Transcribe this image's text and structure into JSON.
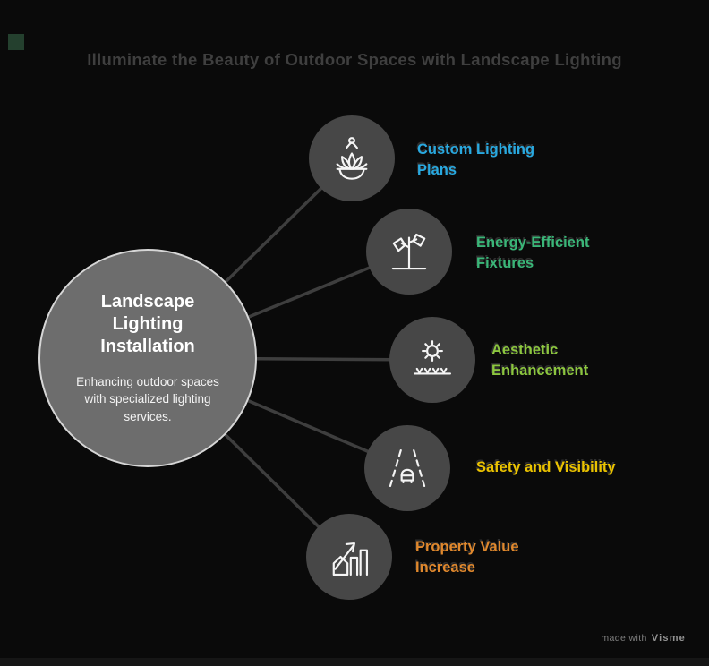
{
  "canvas": {
    "background": "#0a0a0a",
    "connector_color": "#3e3e3e",
    "node_fill": "#474747"
  },
  "header": {
    "title": "Illuminate the Beauty of Outdoor Spaces with Landscape Lighting",
    "title_color": "#3f3f3f",
    "accent_square_color": "#24402e"
  },
  "center_node": {
    "title": "Landscape Lighting Installation",
    "description": "Enhancing outdoor spaces with specialized lighting services.",
    "fill": "#6d6d6d",
    "border": "#d6d6d6"
  },
  "branches": [
    {
      "label": "Custom Lighting Plans",
      "color": "#29a9e0",
      "icon": "lotus-plant-icon"
    },
    {
      "label": "Energy-Efficient Fixtures",
      "color": "#3ab678",
      "icon": "lamp-post-icon"
    },
    {
      "label": "Aesthetic Enhancement",
      "color": "#8cc63f",
      "icon": "sun-over-lawn-icon"
    },
    {
      "label": "Safety and Visibility",
      "color": "#eac200",
      "icon": "road-visibility-icon"
    },
    {
      "label": "Property Value Increase",
      "color": "#e0882d",
      "icon": "property-growth-icon"
    }
  ],
  "watermark": {
    "text": "made with",
    "brand": "Visme"
  }
}
